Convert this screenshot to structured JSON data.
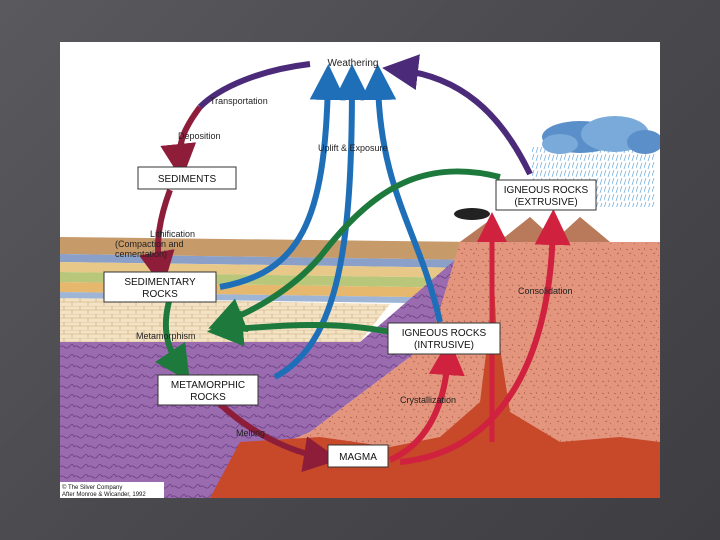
{
  "diagram": {
    "boxes": {
      "sediments": "SEDIMENTS",
      "sedimentary": [
        "SEDIMENTARY",
        "ROCKS"
      ],
      "metamorphic": [
        "METAMORPHIC",
        "ROCKS"
      ],
      "igneous_intrusive": [
        "IGNEOUS ROCKS",
        "(INTRUSIVE)"
      ],
      "igneous_extrusive": [
        "IGNEOUS ROCKS",
        "(EXTRUSIVE)"
      ],
      "magma": "MAGMA"
    },
    "processes": {
      "weathering": "Weathering",
      "transportation": "Transportation",
      "deposition": "Deposition",
      "lithification": [
        "Lithification",
        "(Compaction and",
        "cementation)"
      ],
      "uplift": "Uplift & Exposure",
      "metamorphism": "Metamorphism",
      "melting": "Melting",
      "crystallization": "Crystallization",
      "consolidation": "Consolidation"
    },
    "credit": [
      "© The Silver Company",
      "After Monroe & Wicander, 1992"
    ]
  },
  "colors": {
    "purple_arrow": "#4b2a7a",
    "maroon_arrow": "#8e1d3a",
    "blue_arrow": "#1f6fb8",
    "green_arrow": "#1e7a3c",
    "red_arrow": "#d0213f",
    "metamorphic_zone": "#9b6bb0",
    "igneous_zone": "#e3957d",
    "magma": "#c8482a"
  }
}
